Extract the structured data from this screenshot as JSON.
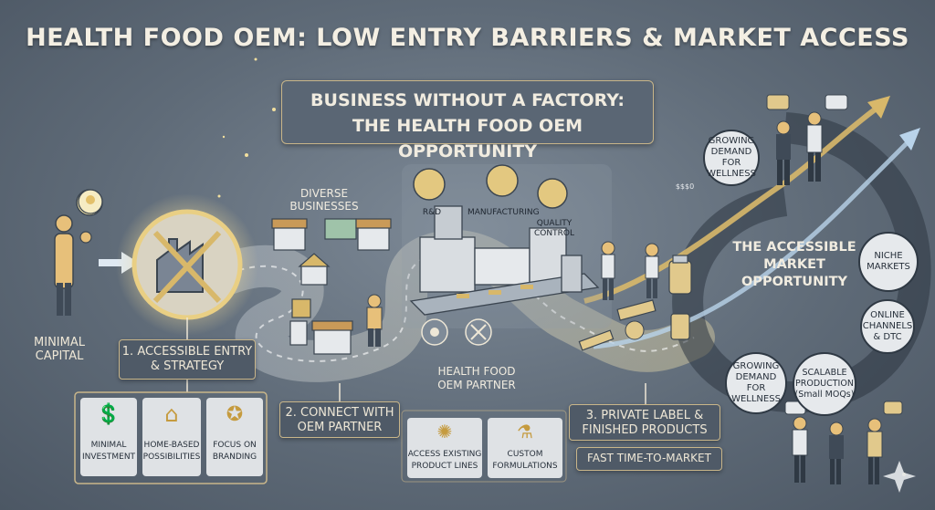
{
  "title": "HEALTH FOOD OEM: LOW ENTRY BARRIERS & MARKET ACCESS",
  "banner": {
    "line1": "BUSINESS WITHOUT A FACTORY:",
    "line2": "THE HEALTH FOOD OEM OPPORTUNITY"
  },
  "left": {
    "capital_line1": "MINIMAL",
    "capital_line2": "CAPITAL",
    "step1_line1": "1. ACCESSIBLE ENTRY",
    "step1_line2": "& STRATEGY",
    "features": [
      {
        "line1": "MINIMAL",
        "line2": "INVESTMENT",
        "icon": "coin-hand-icon"
      },
      {
        "line1": "HOME-BASED",
        "line2": "POSSIBILITIES",
        "icon": "house-icon"
      },
      {
        "line1": "FOCUS ON",
        "line2": "BRANDING",
        "icon": "badge-icon"
      }
    ]
  },
  "middle": {
    "diverse_line1": "DIVERSE",
    "diverse_line2": "BUSINESSES",
    "step2_line1": "2. CONNECT WITH",
    "step2_line2": "OEM PARTNER",
    "factory_labels": {
      "rd": "R&D",
      "manufacturing": "MANUFACTURING",
      "qc_line1": "QUALITY",
      "qc_line2": "CONTROL"
    },
    "partner_line1": "HEALTH FOOD",
    "partner_line2": "OEM PARTNER",
    "options": [
      {
        "line1": "ACCESS EXISTING",
        "line2": "PRODUCT LINES"
      },
      {
        "line1": "CUSTOM",
        "line2": "FORMULATIONS"
      }
    ],
    "price_tag": "$$$0"
  },
  "right": {
    "step3_line1": "3. PRIVATE LABEL &",
    "step3_line2": "FINISHED PRODUCTS",
    "fast": "FAST TIME-TO-MARKET",
    "center_line1": "THE ACCESSIBLE",
    "center_line2": "MARKET",
    "center_line3": "OPPORTUNITY",
    "bubbles": [
      {
        "line1": "GROWING",
        "line2": "DEMAND FOR",
        "line3": "WELLNESS"
      },
      {
        "line1": "NICHE",
        "line2": "MARKETS",
        "line3": ""
      },
      {
        "line1": "ONLINE",
        "line2": "CHANNELS",
        "line3": "& DTC"
      },
      {
        "line1": "SCALABLE",
        "line2": "PRODUCTION",
        "line3": "(Small MOQs)"
      },
      {
        "line1": "GROWING",
        "line2": "DEMAND FOR",
        "line3": "WELLNESS"
      }
    ]
  },
  "colors": {
    "accent_gold": "#d8b86a",
    "path_glow": "#dfe9f2",
    "bg": "#66727f",
    "box_border": "#c9b68a"
  }
}
